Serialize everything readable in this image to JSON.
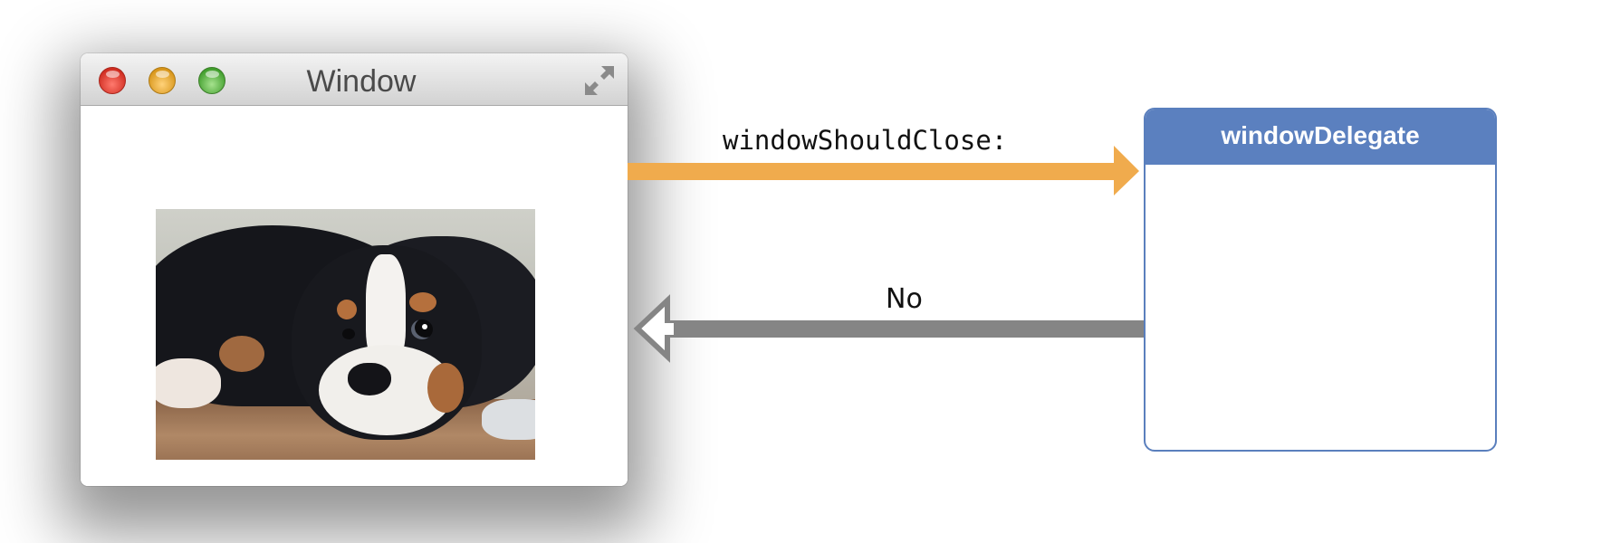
{
  "window": {
    "title": "Window",
    "image": "bernese-puppy-photo"
  },
  "arrows": {
    "message": {
      "label": "windowShouldClose:",
      "color": "#f0ab4d",
      "direction": "window-to-delegate"
    },
    "reply": {
      "label": "No",
      "color": "#858585",
      "direction": "delegate-to-window"
    }
  },
  "delegate": {
    "title": "windowDelegate",
    "header_color": "#5b80bf",
    "border_color": "#5a7fbd"
  },
  "icons": {
    "close": "close-traffic-light-icon",
    "minimize": "minimize-traffic-light-icon",
    "zoom": "zoom-traffic-light-icon",
    "fullscreen": "fullscreen-toggle-icon"
  }
}
